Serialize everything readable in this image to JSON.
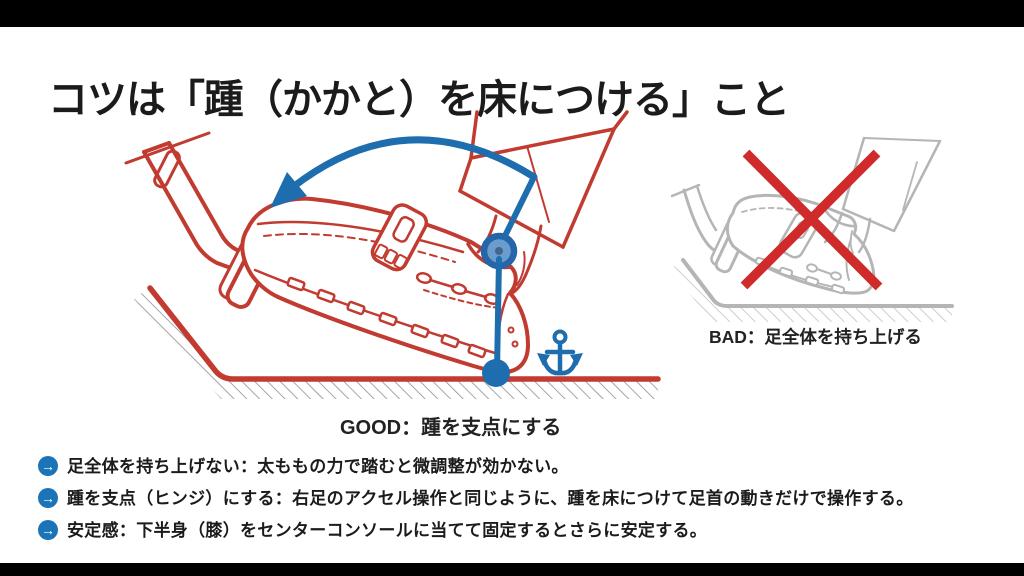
{
  "slide": {
    "title": "コツは「踵（かかと）を床につける」こと",
    "good_caption": "GOOD：踵を支点にする",
    "bad_caption": "BAD：足全体を持ち上げる",
    "bullets": [
      "足全体を持ち上げない：太ももの力で踏むと微調整が効かない。",
      "踵を支点（ヒンジ）にする：右足のアクセル操作と同じように、踵を床につけて足首の動きだけで操作する。",
      "安定感：下半身（膝）をセンターコンソールに当てて固定するとさらに安定する。"
    ],
    "bullet_icon": "→"
  },
  "colors": {
    "accent_blue": "#1e6dae",
    "blue_dark": "#2565a8",
    "blue_light": "#6b9cd0",
    "bullet_blue": "#1b74b6",
    "illustration_red": "#c13b31",
    "cross_red": "#cf2b2b",
    "gray_line": "#b5b5b5",
    "hatch_gray": "#8f8f8f",
    "text_dark": "#1b1b1b",
    "bar_black": "#000000"
  }
}
